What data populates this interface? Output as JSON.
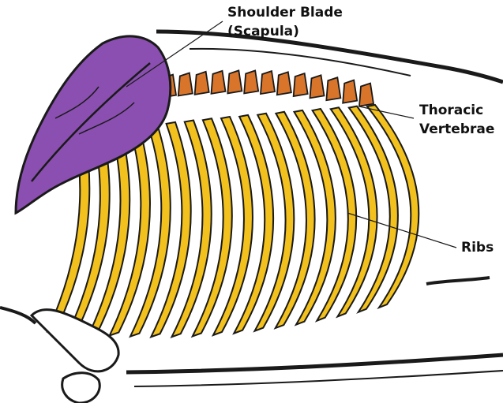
{
  "labels": {
    "scapula": {
      "line1": "Shoulder Blade",
      "line2": "(Scapula)"
    },
    "thoracic": {
      "line1": "Thoracic",
      "line2": "Vertebrae"
    },
    "ribs": {
      "line1": "Ribs"
    }
  },
  "colors": {
    "scapula": "#8a4fb0",
    "vertebrae": "#d9752a",
    "ribs": "#f2c11d",
    "outline": "#1a1a1a",
    "background": "#ffffff"
  },
  "rib_count": 17,
  "vertebra_count": 13
}
